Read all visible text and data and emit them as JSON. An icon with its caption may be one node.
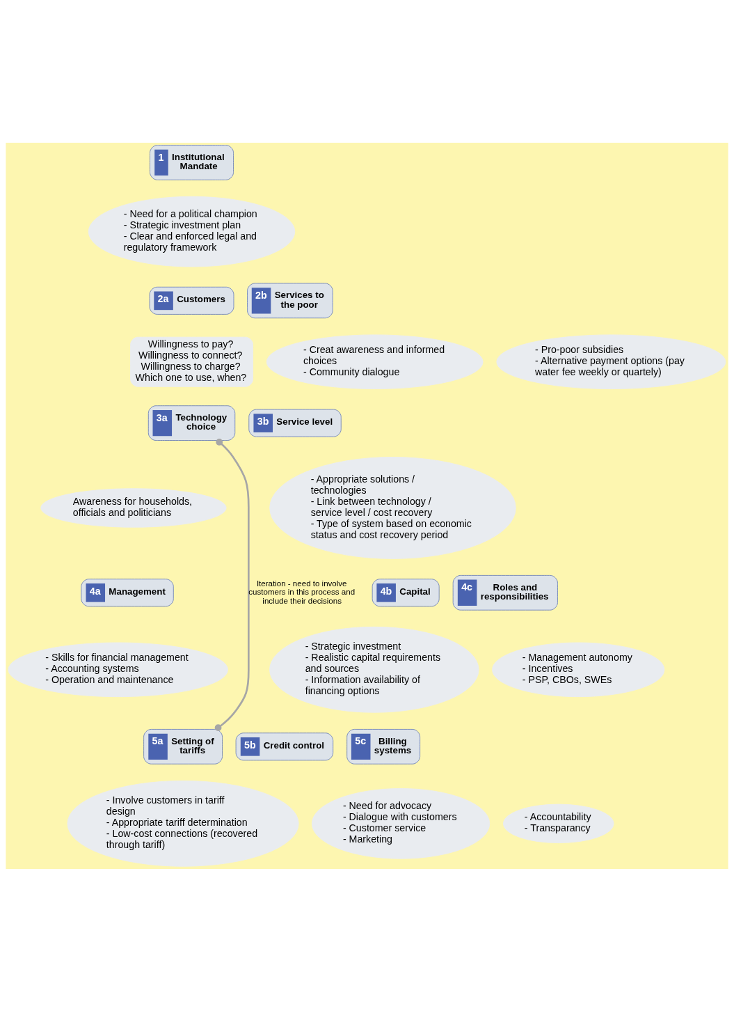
{
  "diagram": {
    "nodes": [
      {
        "text": [
          "1",
          "Institutional Mandate"
        ]
      },
      {
        "text": [
          "- Need for a political champion",
          "- Strategic investment plan",
          "- Clear and enforced legal and regulatory framework"
        ]
      },
      {
        "text": [
          "2a",
          "Customers"
        ]
      },
      {
        "text": [
          "- Creat awareness and informed choices",
          "- Community dialogue"
        ]
      },
      {
        "text": [
          "2b",
          "Services to the poor"
        ]
      },
      {
        "text": [
          "- Pro-poor subsidies",
          "- Alternative payment options (pay water fee weekly or quartely)"
        ]
      },
      {
        "text": [
          "Willingness to pay?",
          "Willingness to connect?",
          "Willingness to charge?",
          "Which one to use, when?"
        ]
      },
      {
        "text": [
          "3a",
          "Technology choice"
        ]
      },
      {
        "text": [
          "Awareness for households, officials and politicians"
        ]
      },
      {
        "text": [
          "3b",
          "Service level"
        ]
      },
      {
        "text": [
          "- Appropriate solutions / technologies",
          "- Link between technology / service level / cost recovery",
          "- Type of system based on economic status and cost recovery period"
        ]
      },
      {
        "text": [
          "4a",
          "Management"
        ]
      },
      {
        "text": [
          "- Skills for financial management",
          "- Accounting systems",
          "- Operation and maintenance"
        ]
      },
      {
        "text": [
          "4b",
          "Capital"
        ]
      },
      {
        "text": [
          "- Strategic investment",
          "- Realistic capital requirements and sources",
          "- Information availability of financing options"
        ]
      },
      {
        "text": [
          "4c",
          "Roles and responsibilities"
        ]
      },
      {
        "text": [
          "- Management autonomy",
          "- Incentives",
          "- PSP, CBOs, SWEs"
        ]
      },
      {
        "text": [
          "5a",
          "Setting of tariffs"
        ]
      },
      {
        "text": [
          "- Involve customers in tariff design",
          "- Appropriate tariff determination",
          "- Low-cost connections (recovered through tariff)"
        ]
      },
      {
        "text": [
          "5b",
          "Credit control"
        ]
      },
      {
        "text": [
          "- Need for advocacy",
          "- Dialogue with customers",
          "- Customer service",
          "- Marketing"
        ]
      },
      {
        "text": [
          "5c",
          "Billing systems"
        ]
      },
      {
        "text": [
          "- Accountability",
          "- Transparancy"
        ]
      }
    ],
    "edges": [
      {
        "from": 7,
        "to": 17,
        "arrow": "other",
        "label": "Iteration - need to involve customers in this process and include their decisions",
        "color": "#a6a6a6"
      }
    ]
  }
}
